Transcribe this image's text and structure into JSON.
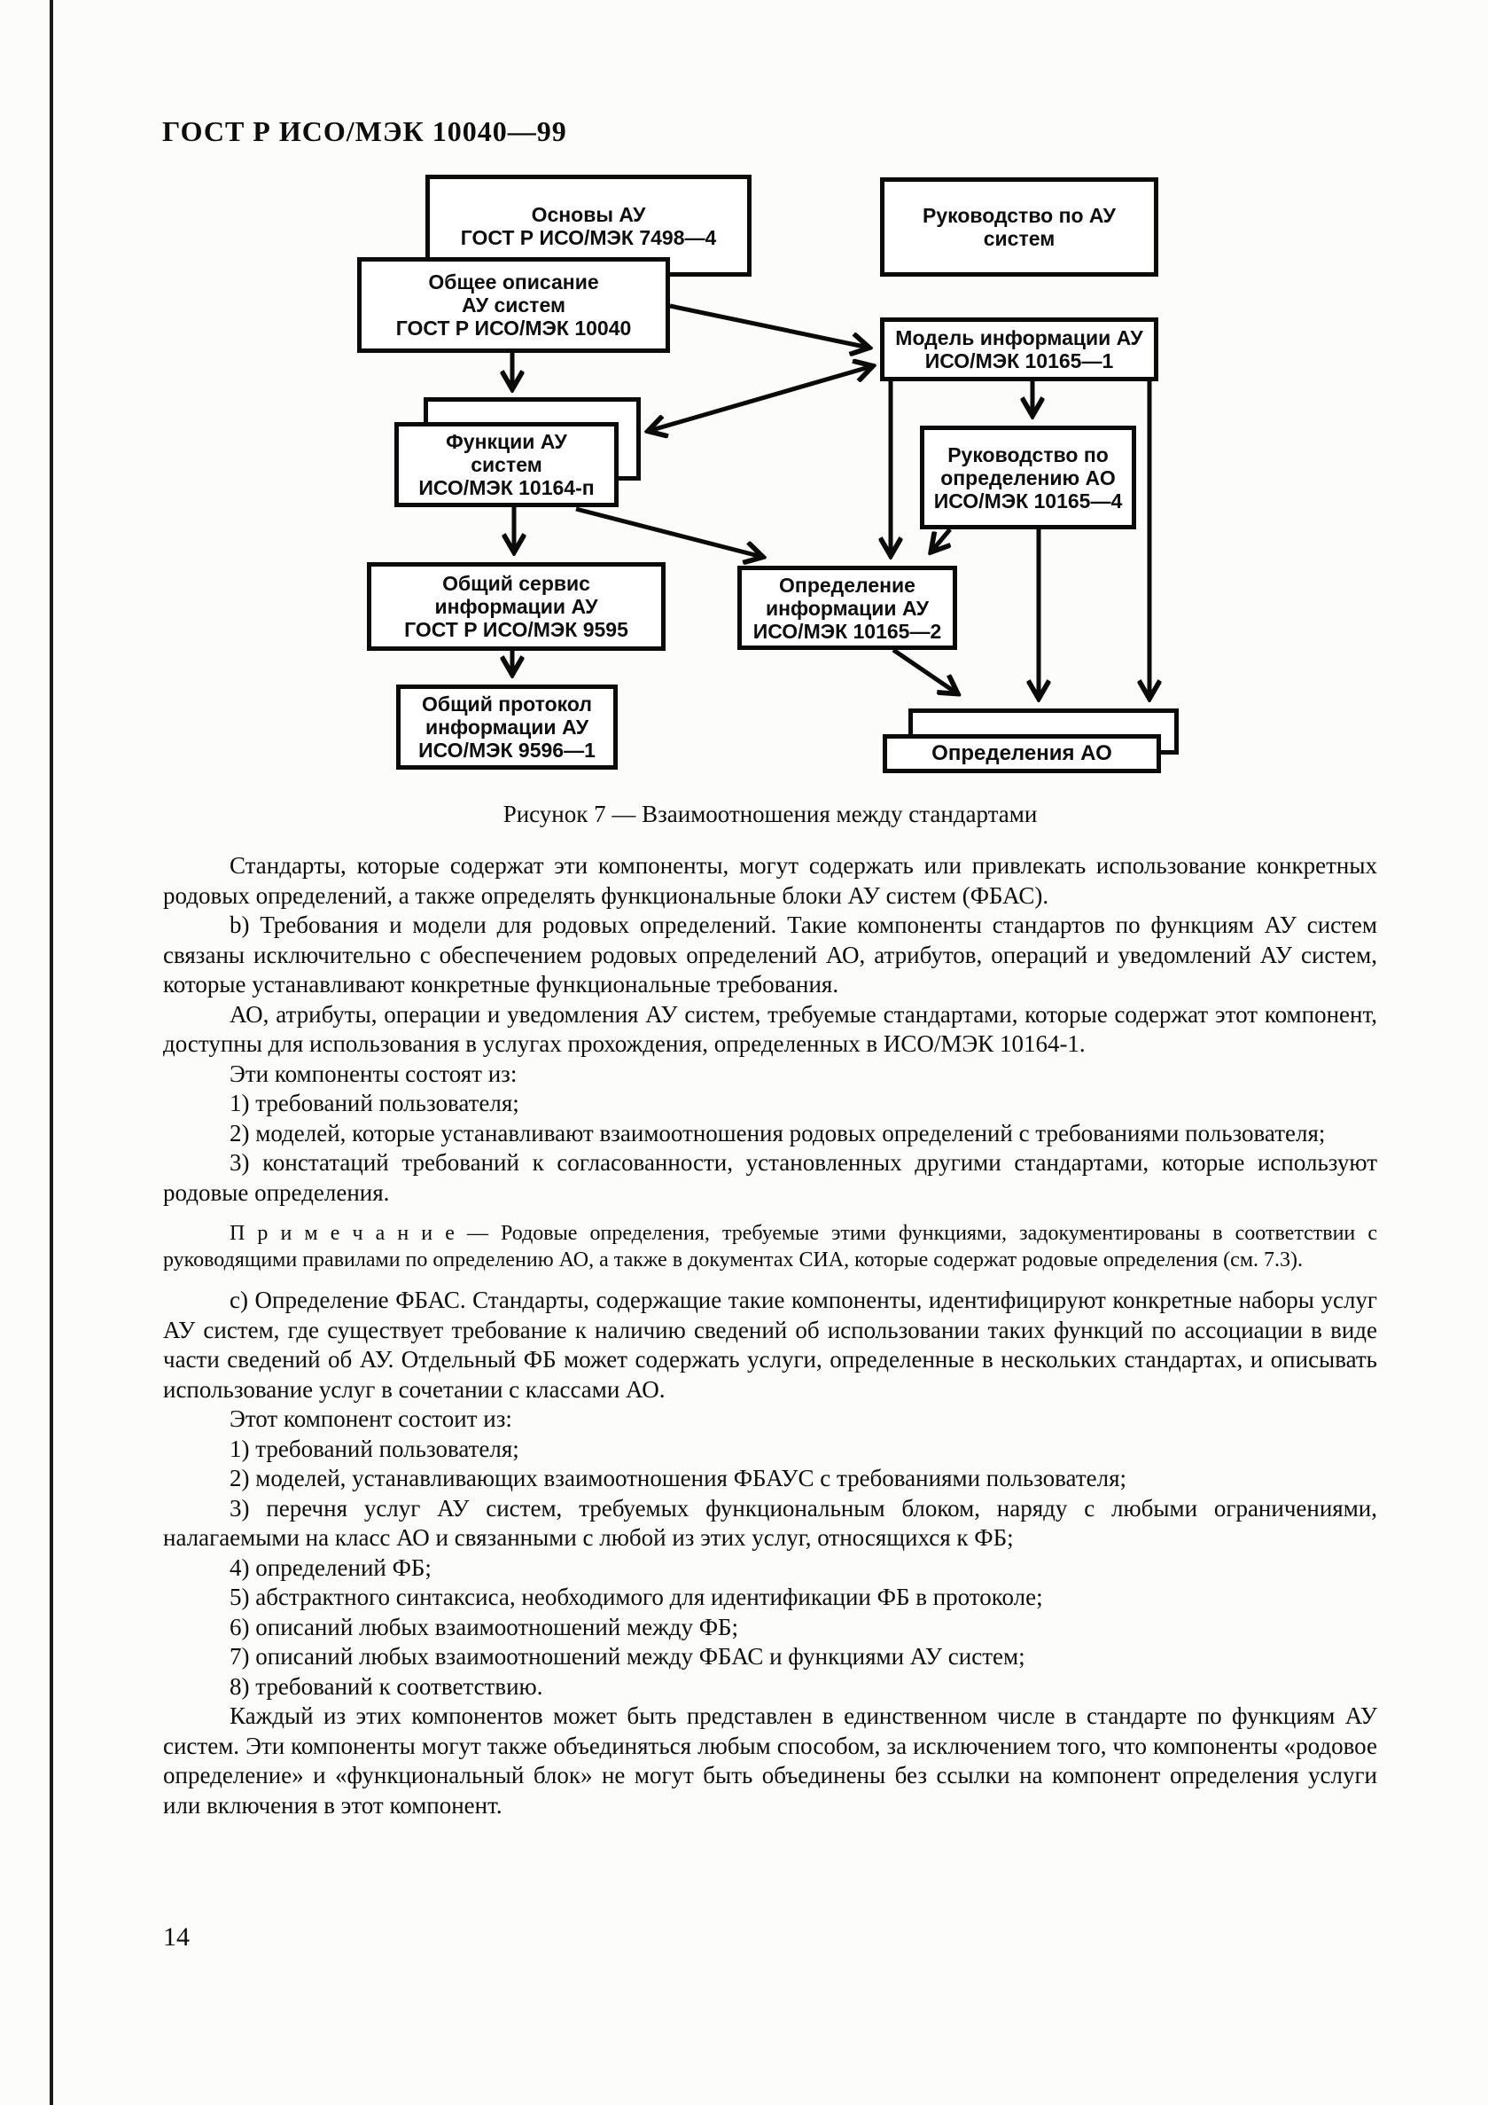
{
  "page": {
    "header": "ГОСТ Р ИСО/МЭК 10040—99",
    "page_number": "14"
  },
  "figure": {
    "caption": "Рисунок 7 — Взаимоотношения между стандартами",
    "boxes": [
      {
        "id": "osnovy-au",
        "lines": [
          "Основы АУ",
          "ГОСТ Р ИСО/МЭК 7498—4"
        ]
      },
      {
        "id": "rukovodstvo-po-au",
        "lines": [
          "Руководство по АУ",
          "систем"
        ]
      },
      {
        "id": "obshchee-opisanie",
        "lines": [
          "Общее описание",
          "АУ систем",
          "ГОСТ Р ИСО/МЭК 10040"
        ]
      },
      {
        "id": "model-informacii-au",
        "lines": [
          "Модель информации АУ",
          "ИСО/МЭК 10165—1"
        ]
      },
      {
        "id": "funkcii-au-sistem",
        "lines": [
          "Функции АУ",
          "систем",
          "ИСО/МЭК 10164-п"
        ],
        "stacked": true
      },
      {
        "id": "rukovodstvo-opred-ao",
        "lines": [
          "Руководство по",
          "определению АО",
          "ИСО/МЭК 10165—4"
        ]
      },
      {
        "id": "obshchij-servis",
        "lines": [
          "Общий сервис",
          "информации АУ",
          "ГОСТ Р ИСО/МЭК 9595"
        ]
      },
      {
        "id": "opredelenie-informacii",
        "lines": [
          "Определение",
          "информации АУ",
          "ИСО/МЭК 10165—2"
        ]
      },
      {
        "id": "obshchij-protokol",
        "lines": [
          "Общий протокол",
          "информации АУ",
          "ИСО/МЭК 9596—1"
        ]
      },
      {
        "id": "opredeleniya-ao",
        "lines": [
          "Определения АО"
        ],
        "stacked": true
      }
    ],
    "arrows": [
      {
        "from": "obshchee-opisanie",
        "to": "funkcii-au-sistem"
      },
      {
        "from": "obshchee-opisanie",
        "to": "model-informacii-au"
      },
      {
        "from": "model-informacii-au",
        "to": "funkcii-au-sistem",
        "bidirectional": true
      },
      {
        "from": "model-informacii-au",
        "to": "rukovodstvo-opred-ao"
      },
      {
        "from": "model-informacii-au",
        "to": "opredelenie-informacii"
      },
      {
        "from": "model-informacii-au",
        "to": "opredeleniya-ao"
      },
      {
        "from": "funkcii-au-sistem",
        "to": "obshchij-servis"
      },
      {
        "from": "funkcii-au-sistem",
        "to": "opredelenie-informacii"
      },
      {
        "from": "rukovodstvo-opred-ao",
        "to": "opredelenie-informacii"
      },
      {
        "from": "rukovodstvo-opred-ao",
        "to": "opredeleniya-ao"
      },
      {
        "from": "opredelenie-informacii",
        "to": "opredeleniya-ao"
      },
      {
        "from": "obshchij-servis",
        "to": "obshchij-protokol"
      }
    ]
  },
  "content": {
    "paragraphs": [
      {
        "type": "body",
        "text": "Стандарты, которые содержат эти компоненты, могут содержать или привлекать использование конкретных родовых определений, а также определять функциональные блоки АУ систем (ФБАС)."
      },
      {
        "type": "body",
        "text": "b) Требования и модели для родовых определений. Такие компоненты стандартов по функциям АУ систем связаны исключительно с обеспечением родовых определений АО, атрибутов, операций и уведомлений АУ систем, которые устанавливают конкретные функциональные требования."
      },
      {
        "type": "body",
        "text": "АО, атрибуты, операции и уведомления АУ систем, требуемые стандартами, которые содержат этот компонент, доступны для использования в услугах прохождения, определенных в ИСО/МЭК 10164-1."
      },
      {
        "type": "body",
        "text": "Эти компоненты состоят из:"
      },
      {
        "type": "body",
        "text": "1) требований пользователя;"
      },
      {
        "type": "body",
        "text": "2) моделей, которые устанавливают взаимоотношения родовых определений с требованиями пользователя;"
      },
      {
        "type": "body",
        "text": "3) констатаций требований к согласованности, установленных другими стандартами, которые используют родовые определения."
      },
      {
        "type": "note",
        "text": "П р и м е ч а н и е — Родовые определения, требуемые этими функциями, задокументированы в соответствии с руководящими правилами по определению АО, а также в документах СИА, которые содержат родовые определения (см. 7.3)."
      },
      {
        "type": "body",
        "text": "с) Определение ФБАС. Стандарты, содержащие такие компоненты, идентифицируют конкретные наборы услуг АУ систем, где существует требование к наличию сведений об использовании таких функций по ассоциации в виде части сведений об АУ. Отдельный ФБ может содержать услуги, определенные в нескольких стандартах, и описывать использование услуг в сочетании с классами АО."
      },
      {
        "type": "body",
        "text": "Этот компонент состоит из:"
      },
      {
        "type": "body",
        "text": "1) требований пользователя;"
      },
      {
        "type": "body",
        "text": "2) моделей, устанавливающих взаимоотношения ФБАУС с требованиями пользователя;"
      },
      {
        "type": "body",
        "text": "3) перечня услуг АУ систем, требуемых функциональным блоком, наряду с любыми ограничениями, налагаемыми на класс АО и связанными с любой из этих услуг, относящихся к ФБ;"
      },
      {
        "type": "body",
        "text": "4) определений ФБ;"
      },
      {
        "type": "body",
        "text": "5) абстрактного синтаксиса, необходимого для идентификации ФБ в протоколе;"
      },
      {
        "type": "body",
        "text": "6) описаний любых взаимоотношений между ФБ;"
      },
      {
        "type": "body",
        "text": "7) описаний любых взаимоотношений между ФБАС и функциями АУ систем;"
      },
      {
        "type": "body",
        "text": "8) требований к соответствию."
      },
      {
        "type": "body",
        "text": "Каждый из этих компонентов может быть представлен в единственном числе в стандарте по функциям АУ систем. Эти компоненты могут также объединяться любым способом, за исключением того, что компоненты «родовое определение» и «функциональный блок» не могут быть объединены без ссылки на компонент определения услуги или включения в этот компонент."
      }
    ]
  }
}
